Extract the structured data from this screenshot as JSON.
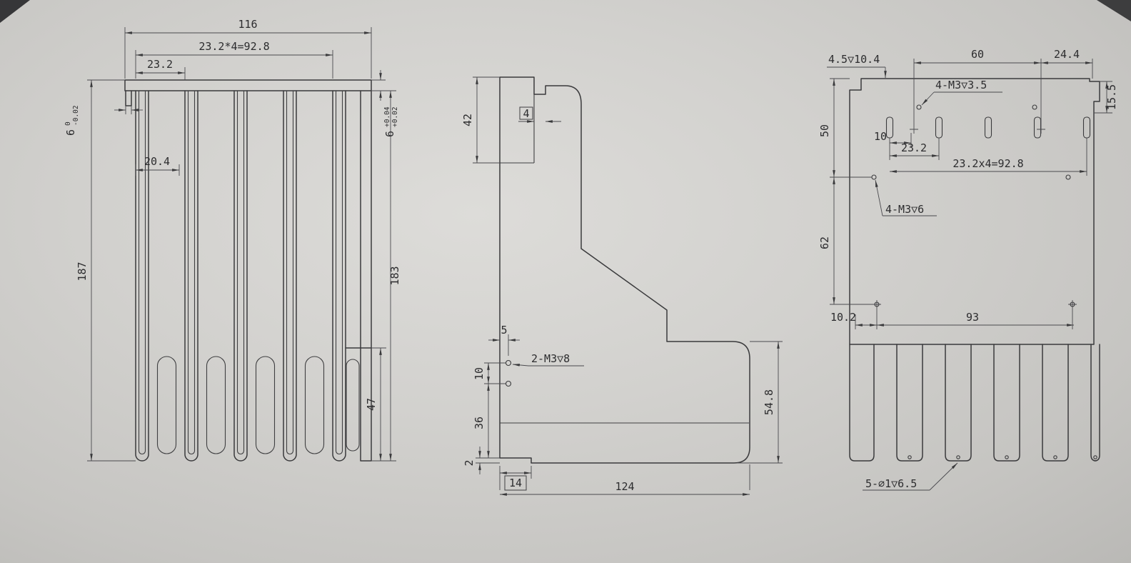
{
  "colors": {
    "line": "#3a3a3c",
    "background": "#cfcecb",
    "corner_shadow": "#1c1c1e"
  },
  "front_view": {
    "dim_overall_width": "116",
    "dim_fin_pitch_total": "23.2*4=92.8",
    "dim_fin_pitch": "23.2",
    "dim_fin_gap": "20.4",
    "dim_overall_height": "187",
    "dim_fin_height": "183",
    "dim_base_section": "47",
    "tol_left": {
      "nominal": "6",
      "upper": "0",
      "lower": "-0.02"
    },
    "tol_right": {
      "nominal": "6",
      "upper": "+0.04",
      "lower": "+0.02"
    }
  },
  "side_view": {
    "dim_tab_height": "42",
    "dim_step": "4",
    "dim_hole_edge": "5",
    "callout_holes": "2-M3▽8",
    "dim_hole_spacing": "10",
    "dim_lower": "36",
    "dim_foot_height": "2",
    "dim_foot_width": "14",
    "dim_overall_depth": "124",
    "dim_base_height": "54.8"
  },
  "back_view": {
    "callout_slot": "4.5▽10.4",
    "dim_hole_span": "60",
    "dim_right_offset": "24.4",
    "callout_top_holes": "4-M3▽3.5",
    "dim_tab": "15.5",
    "dim_top_row": "50",
    "dim_slot_offset": "10",
    "dim_slot_pitch": "23.2",
    "dim_slot_pitch_total": "23.2x4=92.8",
    "callout_mid_holes": "4-M3▽6",
    "dim_mid_row": "62",
    "dim_bottom_left": "10.2",
    "dim_bottom_span": "93",
    "callout_fin_holes": "5-∅1▽6.5"
  }
}
